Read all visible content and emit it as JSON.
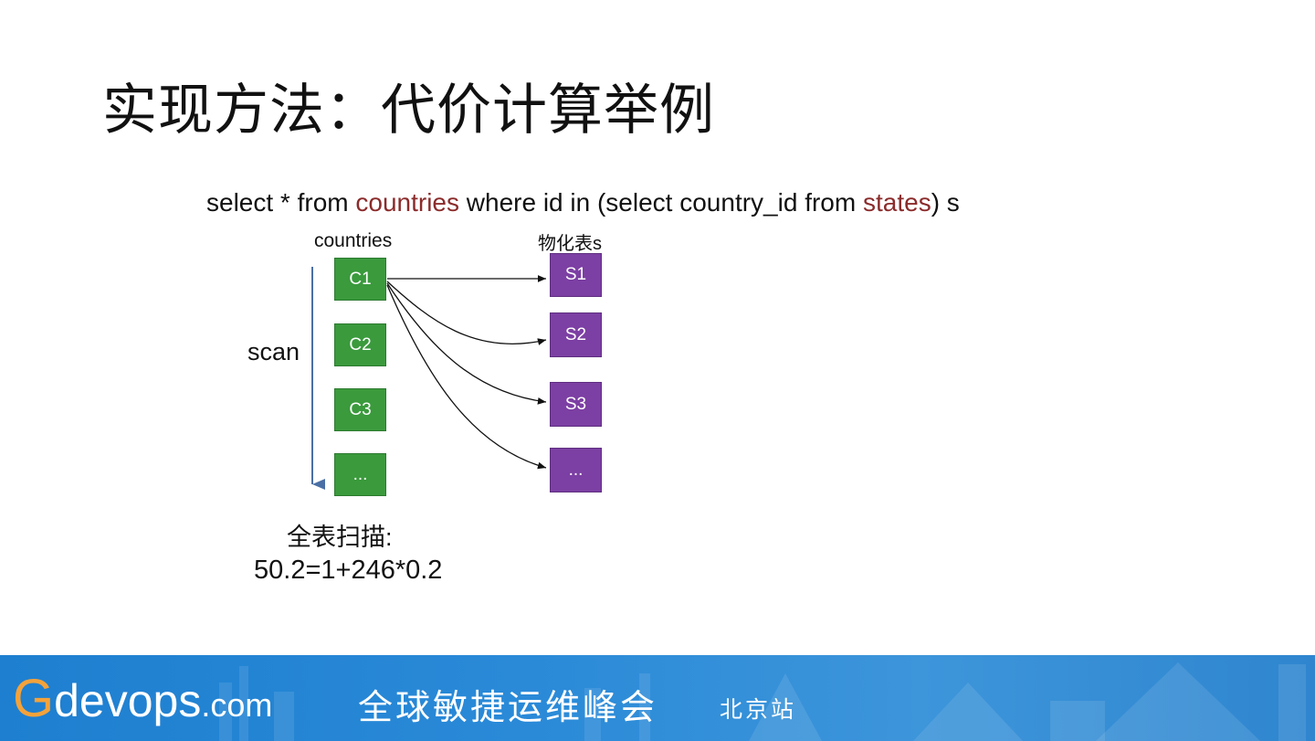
{
  "slide": {
    "title": "实现方法：代价计算举例"
  },
  "sql": {
    "part1": "select * from ",
    "table1": "countries",
    "part2": " where id in (select country_id from ",
    "table2": "states",
    "part3": ") s"
  },
  "diagram": {
    "left_column_label": "countries",
    "right_column_label": "物化表s",
    "scan_label": "scan",
    "left_nodes": [
      "C1",
      "C2",
      "C3",
      "..."
    ],
    "right_nodes": [
      "S1",
      "S2",
      "S3",
      "..."
    ],
    "left_node_color": "#3a9a3c",
    "right_node_color": "#7c3fa3",
    "scan_arrow_color": "#4a6fa5",
    "cost_label": "全表扫描:",
    "cost_formula": "50.2=1+246*0.2"
  },
  "footer": {
    "brand_g": "G",
    "brand_rest": "devops",
    "brand_com": ".com",
    "summit": "全球敏捷运维峰会",
    "city": "北京站",
    "accent": "#f4a23a",
    "background": "#2a8ad8"
  }
}
